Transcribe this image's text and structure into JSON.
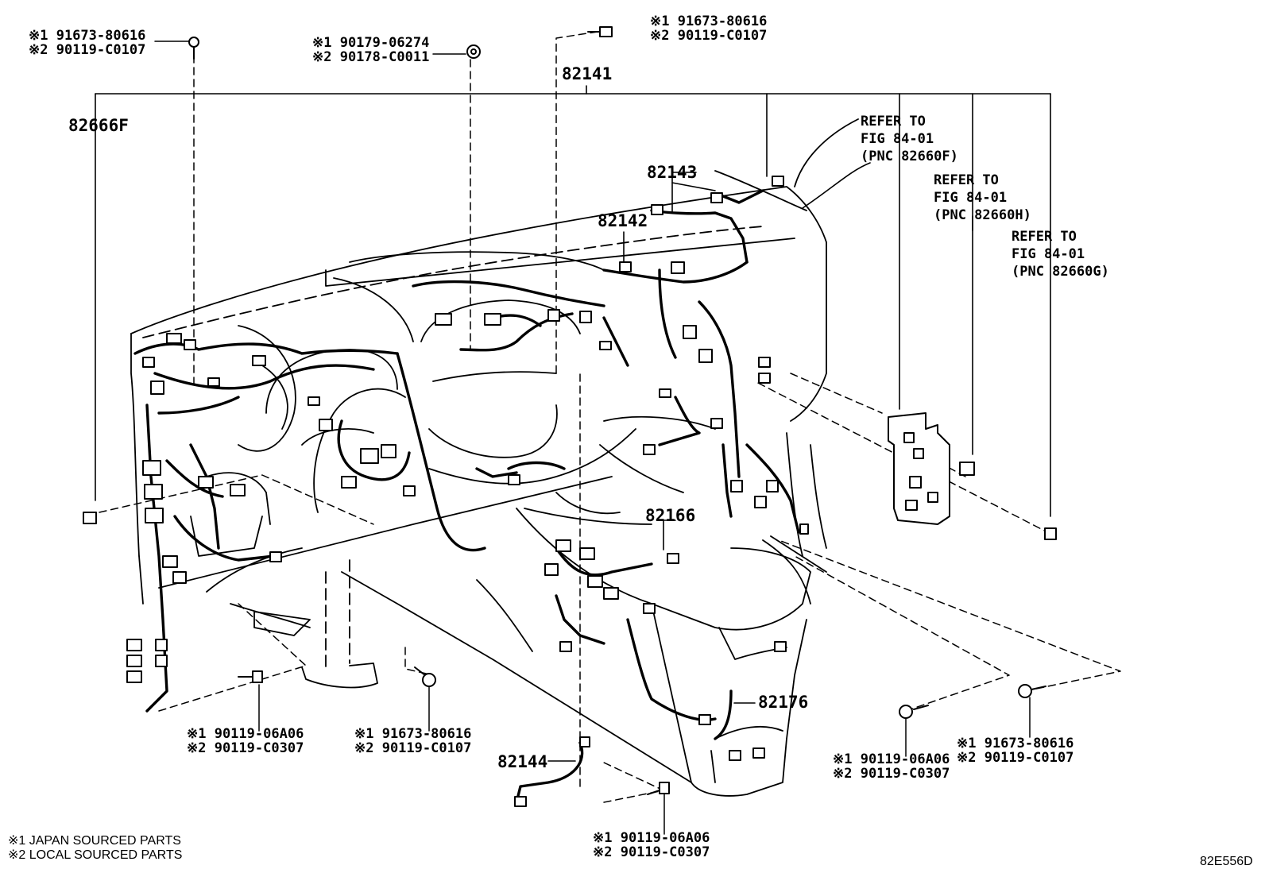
{
  "diagram": {
    "main_harness": "82141",
    "sub_harnesses": {
      "left": "82666F",
      "h82143": "82143",
      "h82142": "82142",
      "h82166": "82166",
      "h82176": "82176",
      "h82144": "82144"
    },
    "fasteners": {
      "top_left": {
        "p1": "※1 91673-80616",
        "p2": "※2 90119-C0107"
      },
      "top_clip": {
        "p1": "※1 90179-06274",
        "p2": "※2 90178-C0011"
      },
      "top_center": {
        "p1": "※1 91673-80616",
        "p2": "※2 90119-C0107"
      },
      "bottom_left": {
        "p1": "※1 90119-06A06",
        "p2": "※2 90119-C0307"
      },
      "bottom_mid": {
        "p1": "※1 91673-80616",
        "p2": "※2 90119-C0107"
      },
      "bottom_center": {
        "p1": "※1 90119-06A06",
        "p2": "※2 90119-C0307"
      },
      "right_a": {
        "p1": "※1 90119-06A06",
        "p2": "※2 90119-C0307"
      },
      "right_b": {
        "p1": "※1 91673-80616",
        "p2": "※2 90119-C0107"
      }
    },
    "refs": {
      "r1": {
        "l1": "REFER TO",
        "l2": "FIG 84-01",
        "l3": "(PNC 82660F)"
      },
      "r2": {
        "l1": "REFER TO",
        "l2": "FIG 84-01",
        "l3": "(PNC 82660H)"
      },
      "r3": {
        "l1": "REFER TO",
        "l2": "FIG 84-01",
        "l3": "(PNC 82660G)"
      }
    },
    "legend": {
      "l1": "※1 JAPAN SOURCED PARTS",
      "l2": "※2 LOCAL SOURCED PARTS"
    },
    "figure_code": "82E556D"
  }
}
